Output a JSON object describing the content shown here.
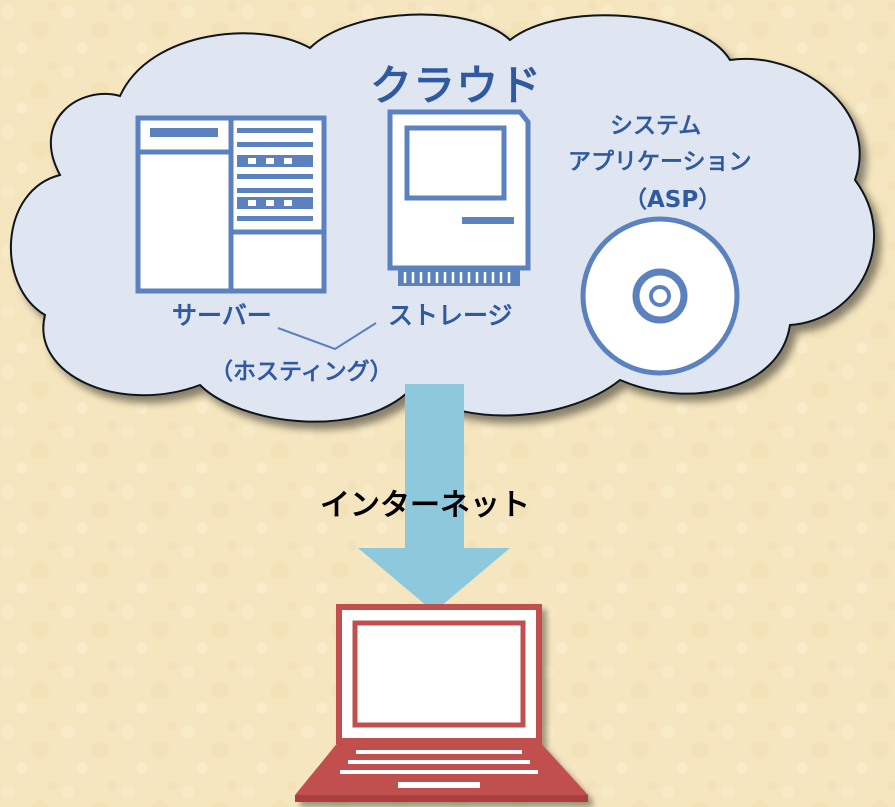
{
  "diagram": {
    "cloud_title": "クラウド",
    "server_label": "サーバー",
    "storage_label": "ストレージ",
    "hosting_label": "（ホスティング）",
    "asp_line1": "システム",
    "asp_line2": "アプリケーション",
    "asp_line3": "（ASP）",
    "internet_label": "インターネット"
  },
  "colors": {
    "background": "#f6e6bf",
    "cloud_fill": "#dfe6f1",
    "icon_stroke": "#5b82be",
    "text_blue": "#2f5aa0",
    "arrow": "#8ec8dd",
    "laptop": "#c0504d"
  }
}
